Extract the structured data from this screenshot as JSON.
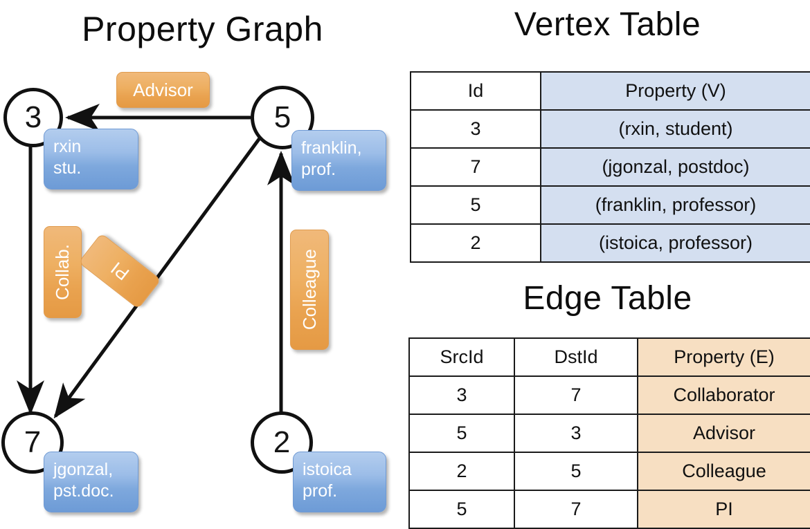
{
  "titles": {
    "property_graph": "Property Graph",
    "vertex_table": "Vertex Table",
    "edge_table": "Edge Table"
  },
  "graph": {
    "nodes": [
      {
        "id": "3",
        "property_line1": "rxin",
        "property_line2": "stu."
      },
      {
        "id": "5",
        "property_line1": "franklin,",
        "property_line2": "prof."
      },
      {
        "id": "7",
        "property_line1": "jgonzal,",
        "property_line2": "pst.doc."
      },
      {
        "id": "2",
        "property_line1": "istoica",
        "property_line2": "prof."
      }
    ],
    "edge_labels": [
      {
        "name": "advisor",
        "text": "Advisor"
      },
      {
        "name": "collab",
        "text": "Collab."
      },
      {
        "name": "pi",
        "text": "PI"
      },
      {
        "name": "colleague",
        "text": "Colleague"
      }
    ]
  },
  "vertex_table": {
    "headers": [
      "Id",
      "Property (V)"
    ],
    "rows": [
      {
        "id": "3",
        "property": "(rxin, student)"
      },
      {
        "id": "7",
        "property": "(jgonzal, postdoc)"
      },
      {
        "id": "5",
        "property": "(franklin, professor)"
      },
      {
        "id": "2",
        "property": "(istoica, professor)"
      }
    ]
  },
  "edge_table": {
    "headers": [
      "SrcId",
      "DstId",
      "Property (E)"
    ],
    "rows": [
      {
        "src": "3",
        "dst": "7",
        "property": "Collaborator"
      },
      {
        "src": "5",
        "dst": "3",
        "property": "Advisor"
      },
      {
        "src": "2",
        "dst": "5",
        "property": "Colleague"
      },
      {
        "src": "5",
        "dst": "7",
        "property": "PI"
      }
    ]
  },
  "colors": {
    "vertex_fill": "#d4dff0",
    "edge_fill": "#f7dfc2",
    "node_box_blue": "#7ea8dd",
    "edge_label_orange": "#e9a24f",
    "stroke": "#111111"
  }
}
